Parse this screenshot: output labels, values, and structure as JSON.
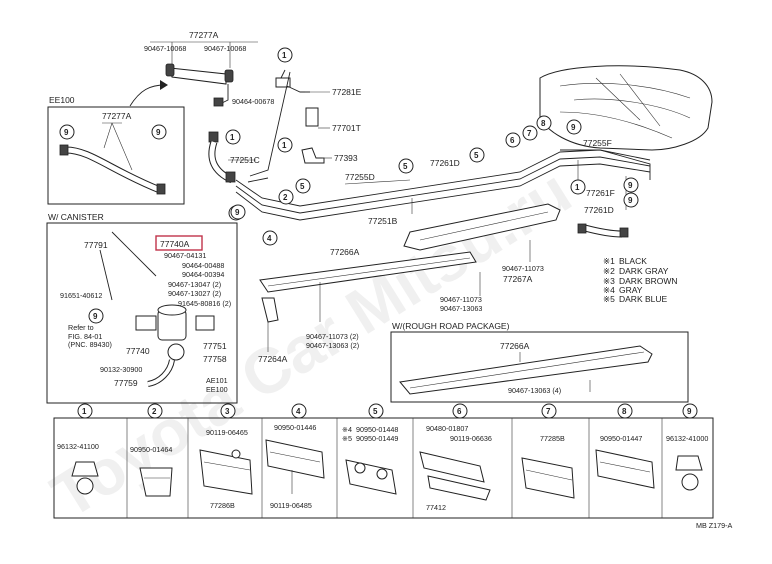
{
  "labels": {
    "p77277A_top": "77277A",
    "p90467_10068_a": "90467-10068",
    "p90467_10068_b": "90467-10068",
    "p90464_00678": "90464-00678",
    "ee100": "EE100",
    "p77277A_inset": "77277A",
    "w_canister": "W/ CANISTER",
    "p77791": "77791",
    "p77740A": "77740A",
    "p90467_04131": "90467-04131",
    "p90464_00488": "90464-00488",
    "p90464_00394": "90464-00394",
    "p90467_13047": "90467-13047 (2)",
    "p90467_13027": "90467-13027 (2)",
    "p91651_40612": "91651-40612",
    "p91645_80816": "91645-80816 (2)",
    "refer_to": "Refer to",
    "fig": "FIG. 84-01",
    "pnc": "(PNC. 89430)",
    "p77740": "77740",
    "p77751": "77751",
    "p77758": "77758",
    "p90132_30900": "90132-30900",
    "p77759": "77759",
    "ae101": "AE101",
    "ee100_b": "EE100",
    "p77281E": "77281E",
    "p77701T": "77701T",
    "p77393": "77393",
    "p77251C": "77251C",
    "p77255D": "77255D",
    "p77261D": "77261D",
    "p77251B": "77251B",
    "p77266A": "77266A",
    "p77255F": "77255F",
    "p77261F": "77261F",
    "p77261D_b": "77261D",
    "p90467_11073": "90467-11073",
    "p77267A": "77267A",
    "p90467_11073_2": "90467-11073",
    "p90467_13063": "90467-13063",
    "p90467_11073_3": "90467-11073 (2)",
    "p90467_13063_2": "90467-13063 (2)",
    "p77264A": "77264A",
    "rough_road": "W/(ROUGH ROAD PACKAGE)",
    "p77266A_b": "77266A",
    "p90467_13063_4": "90467-13063 (4)",
    "legend_1": "BLACK",
    "legend_2a": "DARK  GRAY",
    "legend_3": "DARK  BROWN",
    "legend_4": "GRAY",
    "legend_5": "DARK  BLUE",
    "bottom_1": "96132-41100",
    "bottom_2": "90950-01464",
    "bottom_3a": "90119-06465",
    "bottom_3b": "77286B",
    "bottom_4a": "90950-01446",
    "bottom_4b": "90119-06485",
    "bottom_5a": "90950-01448",
    "bottom_5b": "90950-01449",
    "bottom_6a": "90480-01807",
    "bottom_6b": "90119-06636",
    "bottom_6c": "77412",
    "bottom_7": "77285B",
    "bottom_8": "90950-01447",
    "bottom_9": "96132-41000",
    "footer": "MB  Z179-A"
  },
  "callouts": [
    "1",
    "2",
    "3",
    "4",
    "5",
    "6",
    "7",
    "8",
    "9"
  ],
  "legend_marks": [
    "※1",
    "※2",
    "※3",
    "※4",
    "※5"
  ],
  "watermark": "Toyota Car Mitsu.ru"
}
